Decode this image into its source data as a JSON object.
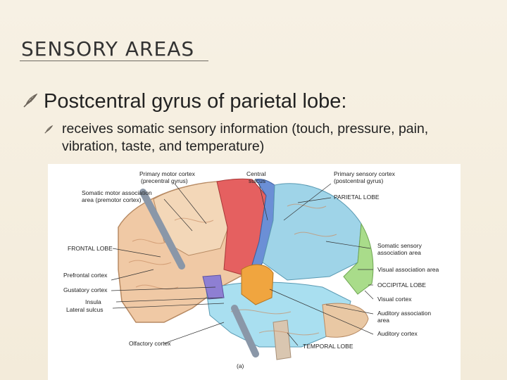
{
  "slide": {
    "title": "SENSORY AREAS",
    "bullet_main": "Postcentral gyrus of parietal lobe:",
    "bullet_sub": "receives somatic sensory information (touch, pressure, pain, vibration, taste, and temperature)"
  },
  "figure": {
    "labels": {
      "primary_motor": [
        "Primary motor cortex",
        "(precentral gyrus)"
      ],
      "central_sulcus": [
        "Central",
        "sulcus"
      ],
      "primary_sensory": [
        "Primary sensory cortex",
        "(postcentral gyrus)"
      ],
      "somatic_motor": [
        "Somatic motor association",
        "area (premotor cortex)"
      ],
      "parietal_lobe": "PARIETAL LOBE",
      "frontal_lobe": "FRONTAL LOBE",
      "somatic_sensory": [
        "Somatic sensory",
        "association area"
      ],
      "prefrontal": "Prefrontal cortex",
      "visual_assoc": "Visual association area",
      "gustatory": "Gustatory cortex",
      "occipital": "OCCIPITAL LOBE",
      "insula": "Insula",
      "visual_cortex": "Visual cortex",
      "lateral_sulcus": "Lateral sulcus",
      "auditory_assoc": [
        "Auditory association",
        "area"
      ],
      "auditory_cortex": "Auditory cortex",
      "olfactory": "Olfactory cortex",
      "temporal_lobe": "TEMPORAL LOBE",
      "caption": "(a)"
    }
  }
}
